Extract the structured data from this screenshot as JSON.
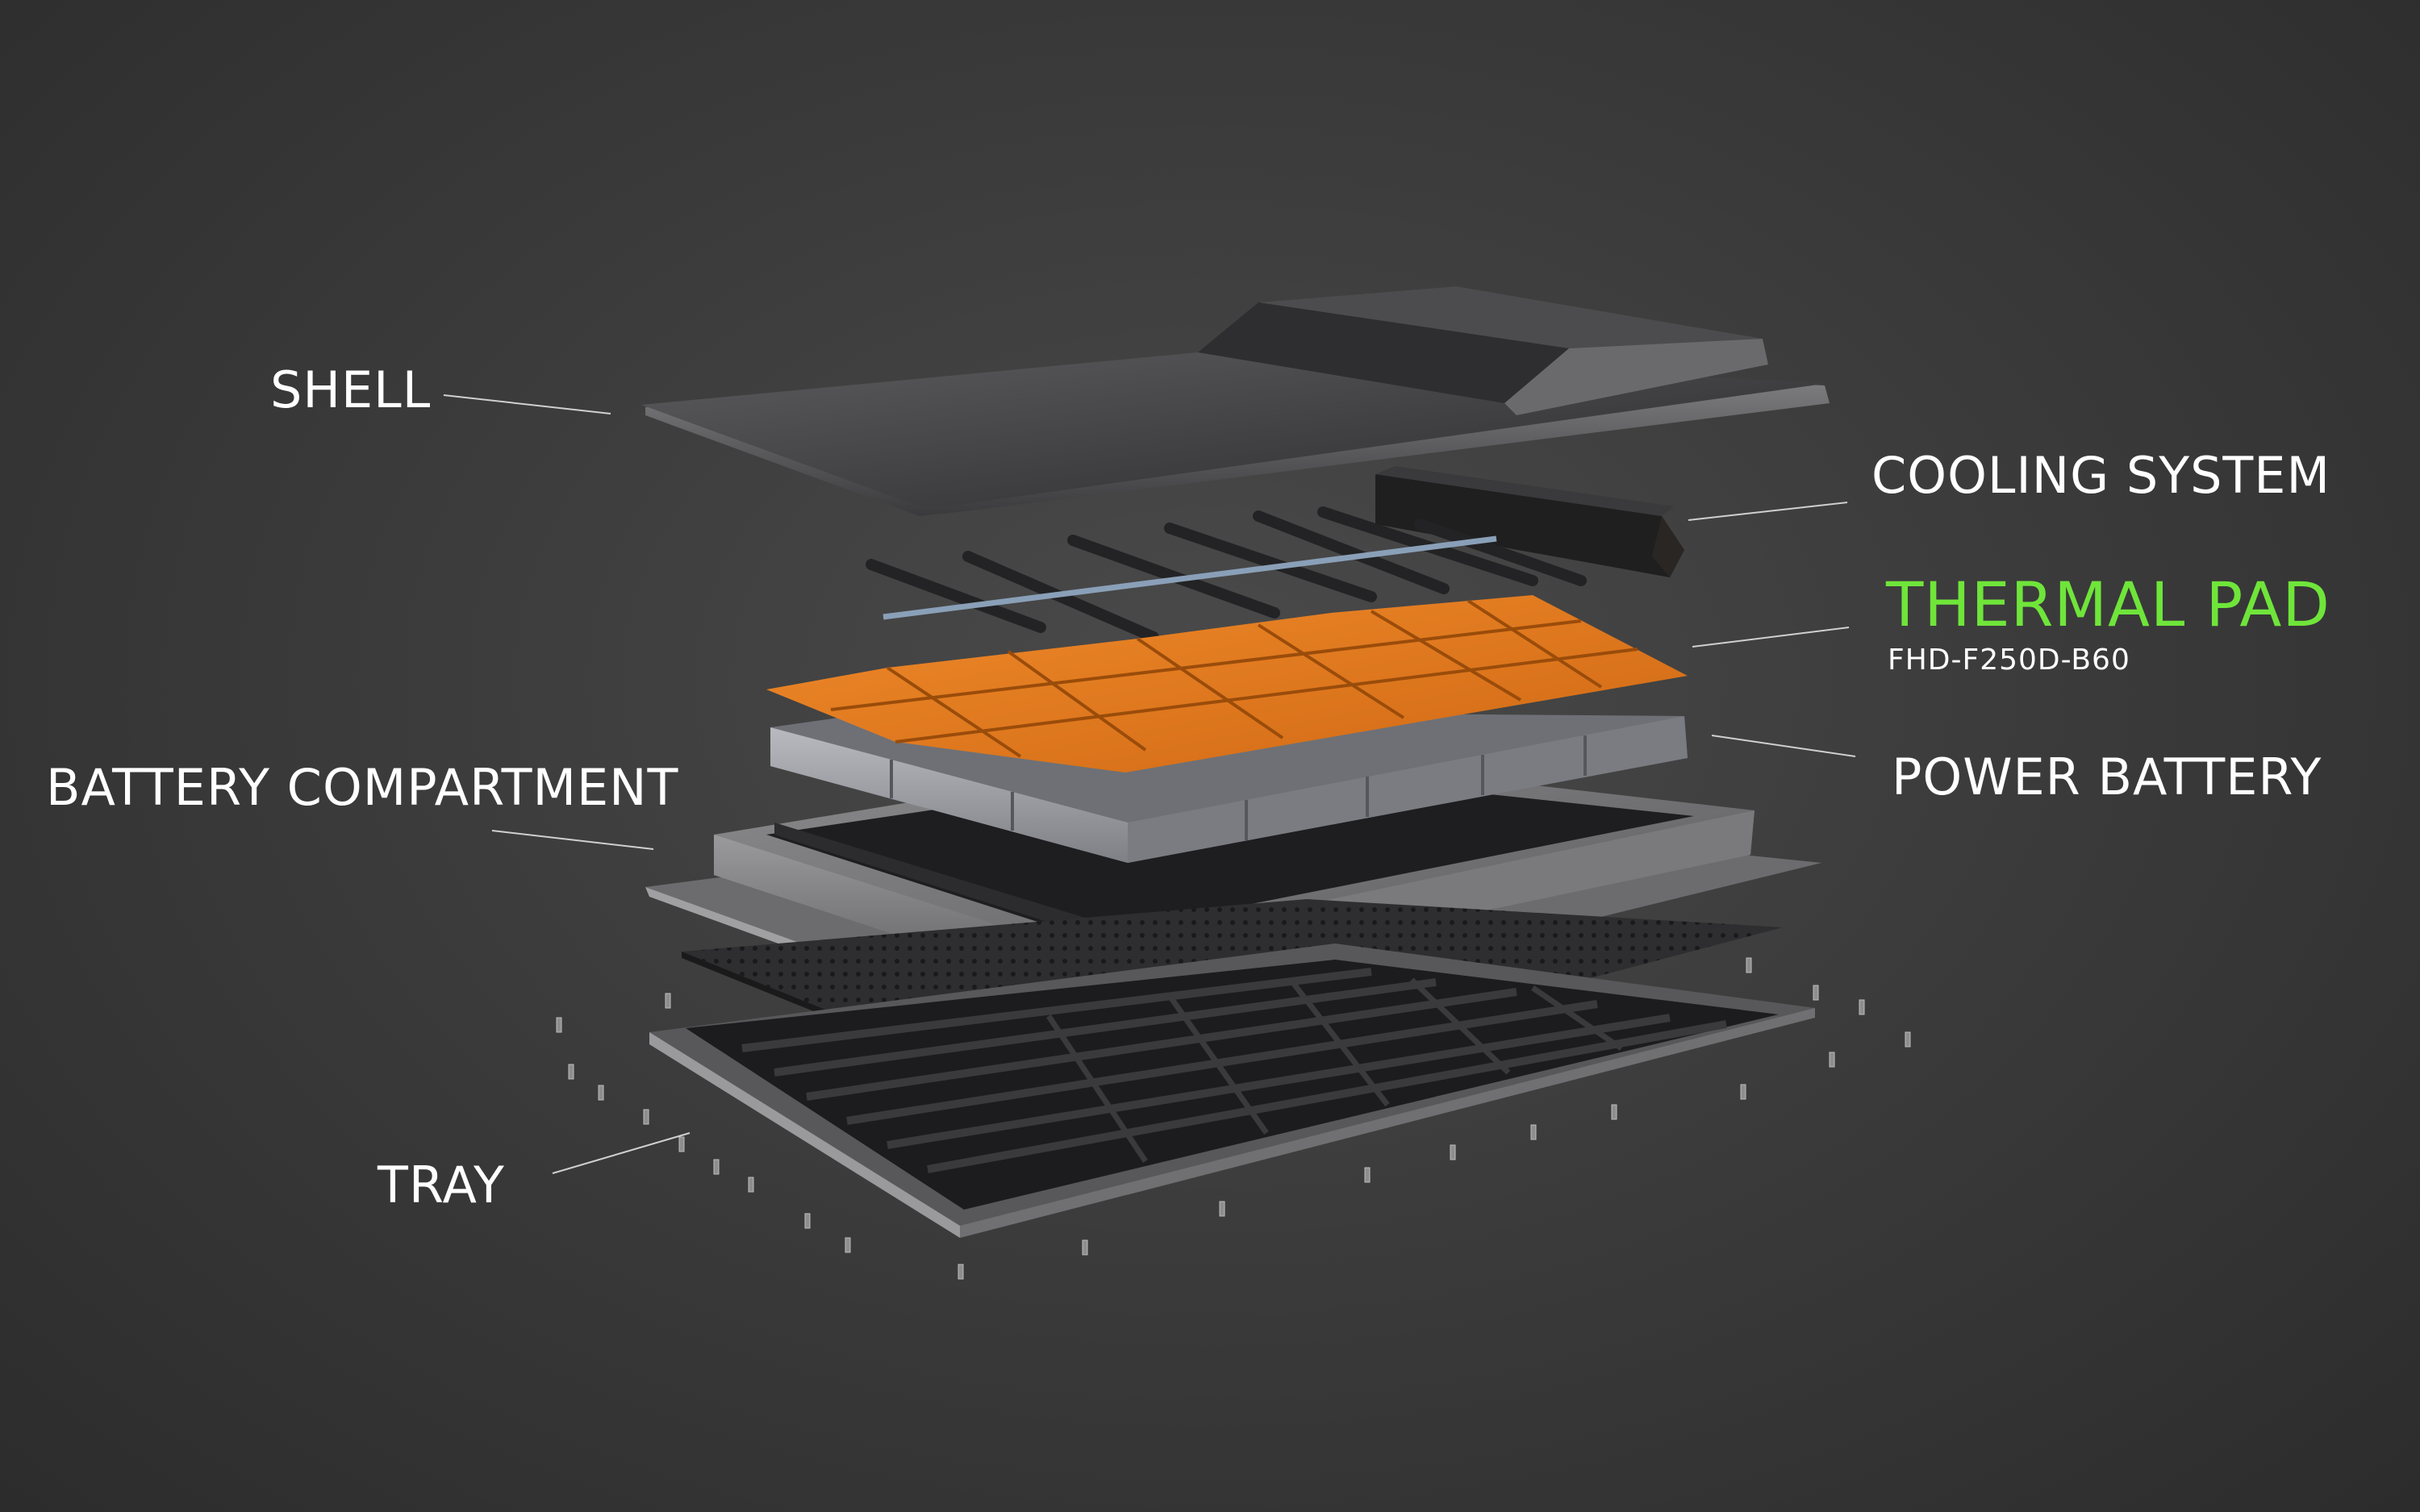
{
  "labels": {
    "shell": "SHELL",
    "cooling_system": "COOLING SYSTEM",
    "thermal_pad": "THERMAL PAD",
    "thermal_pad_model": "FHD-F250D-B60",
    "power_battery": "POWER BATTERY",
    "battery_compartment": "BATTERY COMPARTMENT",
    "tray": "TRAY"
  },
  "colors": {
    "background": "#3a3a3a",
    "label_text": "#ffffff",
    "highlight_text": "#6fe53a",
    "thermal_pad": "#e07a1e",
    "battery_cell": "#a9abb0"
  },
  "diagram": {
    "type": "exploded battery pack",
    "layers_top_to_bottom": [
      "shell",
      "cooling_system",
      "thermal_pad",
      "power_battery",
      "battery_compartment",
      "tray"
    ]
  }
}
